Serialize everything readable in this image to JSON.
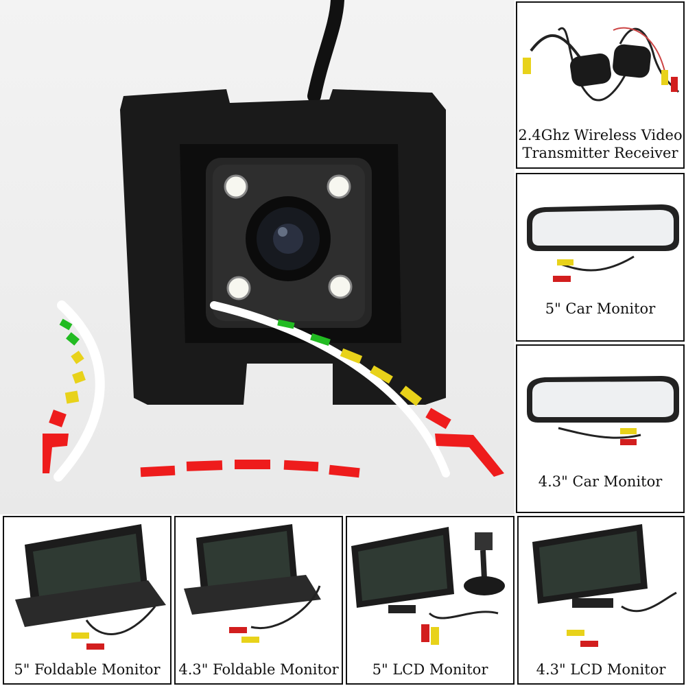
{
  "panels": {
    "wireless": {
      "caption_line1": "2.4Ghz Wireless Video",
      "caption_line2": "Transmitter Receiver"
    },
    "car5": {
      "caption": "5\" Car Monitor"
    },
    "car43": {
      "caption": "4.3\" Car Monitor"
    },
    "fold5": {
      "caption": "5\" Foldable Monitor"
    },
    "fold43": {
      "caption": "4.3\" Foldable Monitor"
    },
    "lcd5": {
      "caption": "5\" LCD Monitor"
    },
    "lcd43": {
      "caption": "4.3\" LCD Monitor"
    }
  },
  "colors": {
    "guide_green": "#22bb22",
    "guide_yellow": "#e8d21a",
    "guide_red": "#ee1c1c",
    "camera_body": "#1d1d1d",
    "frame_border": "#111111"
  }
}
